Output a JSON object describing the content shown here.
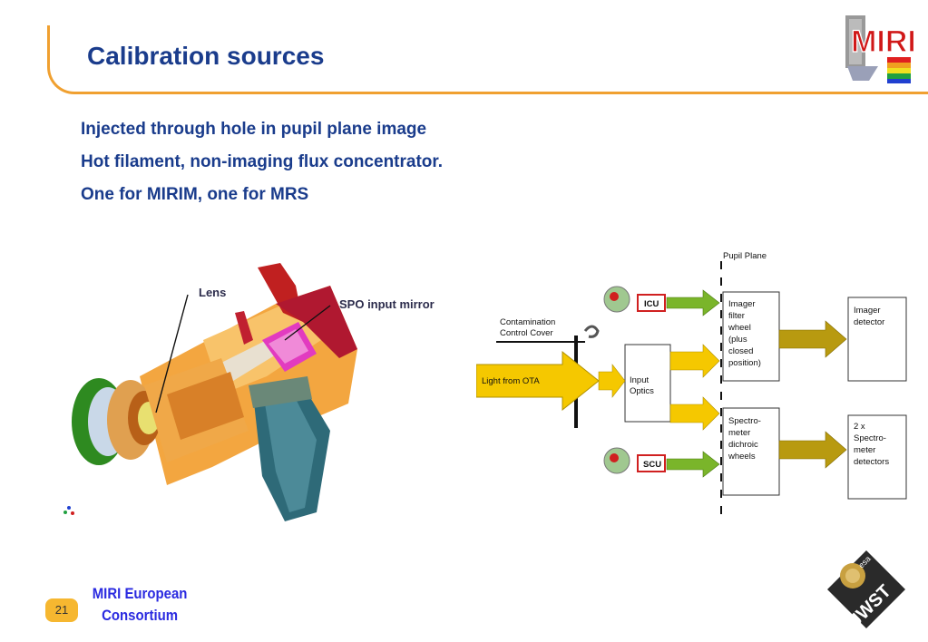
{
  "slide": {
    "title": "Calibration sources",
    "bullets": [
      "Injected through hole in pupil plane image",
      "Hot filament, non-imaging flux concentrator.",
      "One for MIRIM, one for MRS"
    ],
    "page_number": "21",
    "footer": {
      "line1": "MIRI European",
      "line2": "Consortium"
    }
  },
  "logos": {
    "miri": "MIRI",
    "jwst": "JWST",
    "esa": "esa"
  },
  "cad_figure": {
    "label_lens": "Lens",
    "label_spo": "SPO input mirror"
  },
  "diagram": {
    "pupil_plane": "Pupil Plane",
    "contamination_line1": "Contamination",
    "contamination_line2": "Control Cover",
    "light_from_ota": "Light from OTA",
    "input_optics_line1": "Input",
    "input_optics_line2": "Optics",
    "icu": "ICU",
    "scu": "SCU",
    "imager_filter": [
      "Imager",
      "filter",
      "wheel",
      "(plus",
      "closed",
      "position)"
    ],
    "spectrometer_dichroic": [
      "Spectro-",
      "meter",
      "dichroic",
      "wheels"
    ],
    "imager_detector": [
      "Imager",
      "detector"
    ],
    "spectrometer_detectors": [
      "2 x",
      "Spectro-",
      "meter",
      "detectors"
    ]
  },
  "colors": {
    "title_blue": "#1a3c8c",
    "accent_orange": "#f0a030",
    "arrow_green": "#7ab52a",
    "arrow_yellow": "#f5c800",
    "arrow_olive": "#b89a10",
    "footer_blue": "#2a2ae0",
    "badge": "#f6b730"
  }
}
